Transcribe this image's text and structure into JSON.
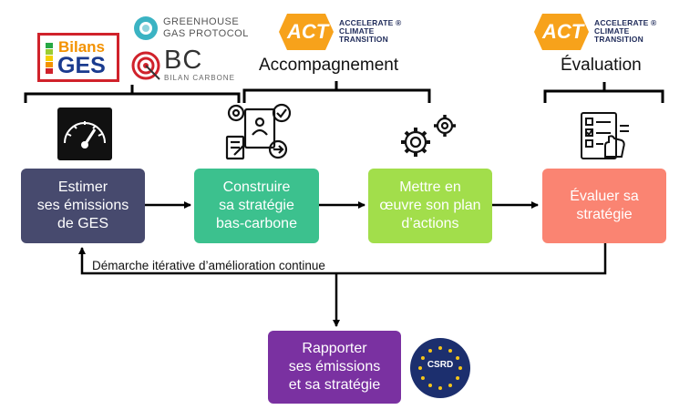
{
  "logos": {
    "bilans_line1": "Bilans",
    "bilans_line2": "GES",
    "ghg_line1": "GREENHOUSE",
    "ghg_line2": "GAS PROTOCOL",
    "bc_mark": "BC",
    "bc_sub": "BILAN CARBONE",
    "act_badge": "ACT",
    "act_text": "ACCELERATE ®\nCLIMATE\nTRANSITION",
    "csrd_badge": "CSRD"
  },
  "sections": {
    "accompagnement": "Accompagnement",
    "evaluation": "Évaluation"
  },
  "steps": {
    "estimer": "Estimer\nses émissions\nde GES",
    "construire": "Construire\nsa stratégie\nbas-carbone",
    "mettre": "Mettre en\nœuvre son plan\nd’actions",
    "evaluer": "Évaluer sa\nstratégie",
    "rapporter": "Rapporter\nses émissions\net sa stratégie"
  },
  "loop_label": "Démarche itérative d’amélioration continue",
  "colors": {
    "estimer": "#474a6e",
    "construire": "#3cc18e",
    "mettre": "#a2de4b",
    "evaluer": "#fa8472",
    "rapporter": "#7a31a1",
    "act_orange": "#f7a21b",
    "act_navy": "#1f2b5a",
    "csrd_blue": "#1c2f6e",
    "csrd_star": "#f5c518"
  },
  "icons": [
    "gauge-icon",
    "strategy-icon",
    "gears-icon",
    "checklist-icon"
  ]
}
